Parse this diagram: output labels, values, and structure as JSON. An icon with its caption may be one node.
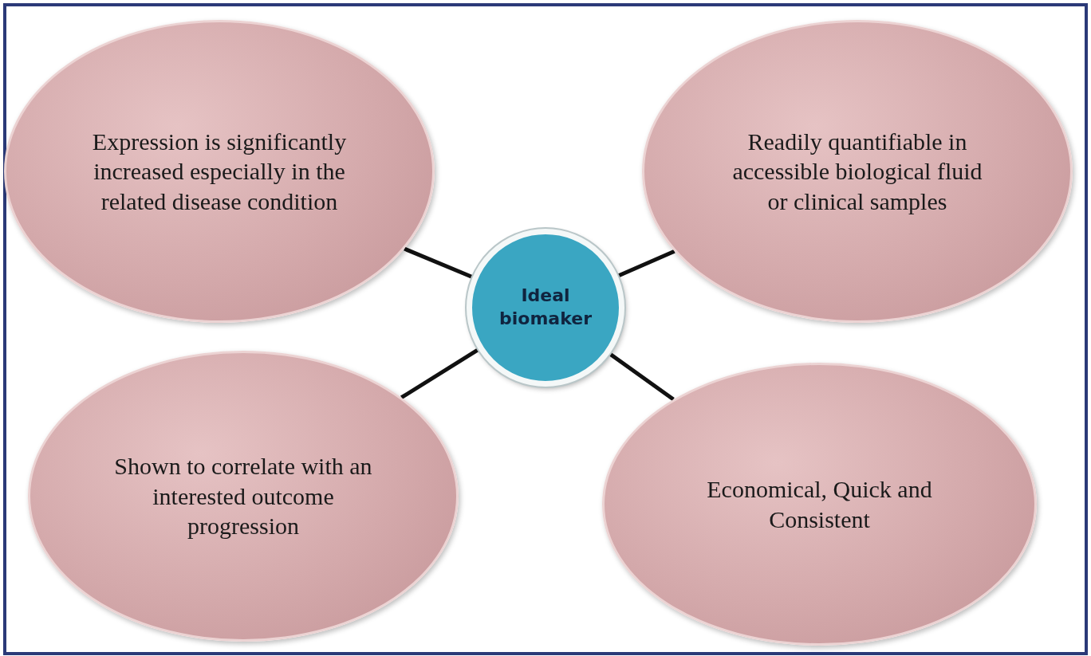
{
  "diagram": {
    "nodes": [
      {
        "text": [
          "Expression is significantly increased especially in the related disease condition"
        ]
      },
      {
        "text": [
          "Readily quantifiable in accessible biological fluid or clinical samples"
        ]
      },
      {
        "text": [
          "Ideal biomaker"
        ]
      },
      {
        "text": [
          "Shown to correlate with an interested outcome progression"
        ]
      },
      {
        "text": [
          "Economical, Quick and Consistent"
        ]
      }
    ],
    "edges": [
      {
        "from": 2,
        "to": 0,
        "arrow": "none"
      },
      {
        "from": 2,
        "to": 1,
        "arrow": "none"
      },
      {
        "from": 2,
        "to": 3,
        "arrow": "none"
      },
      {
        "from": 2,
        "to": 4,
        "arrow": "none"
      }
    ]
  }
}
